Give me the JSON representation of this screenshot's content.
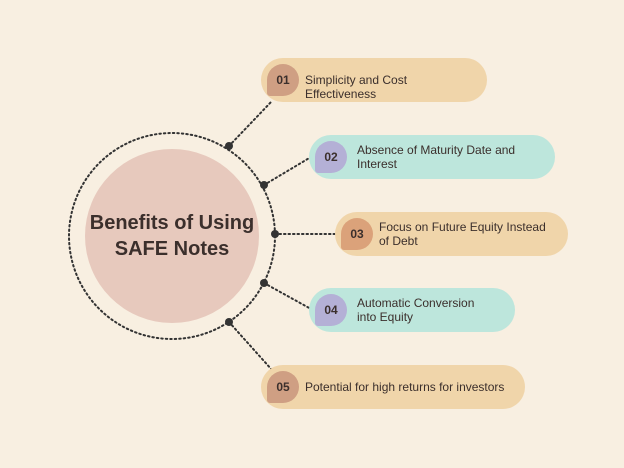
{
  "hub": {
    "title": "Benefits of Using SAFE Notes"
  },
  "items": [
    {
      "number": "01",
      "text": "Simplicity and Cost Effectiveness"
    },
    {
      "number": "02",
      "text": "Absence of Maturity Date and Interest"
    },
    {
      "number": "03",
      "text": "Focus on Future Equity Instead of Debt"
    },
    {
      "number": "04",
      "text": "Automatic Conversion into Equity"
    },
    {
      "number": "05",
      "text": "Potential for high returns for investors"
    }
  ],
  "colors": {
    "background": "#f8efe1",
    "hub_fill": "#e7c9bd",
    "pill_tan": "#f0d5aa",
    "pill_mint": "#bde6dc",
    "badge_tan": "#cf9f83",
    "badge_lavender": "#b4b0d6",
    "badge_peach": "#dba27a",
    "text": "#3b2f2c",
    "connector": "#333333"
  }
}
